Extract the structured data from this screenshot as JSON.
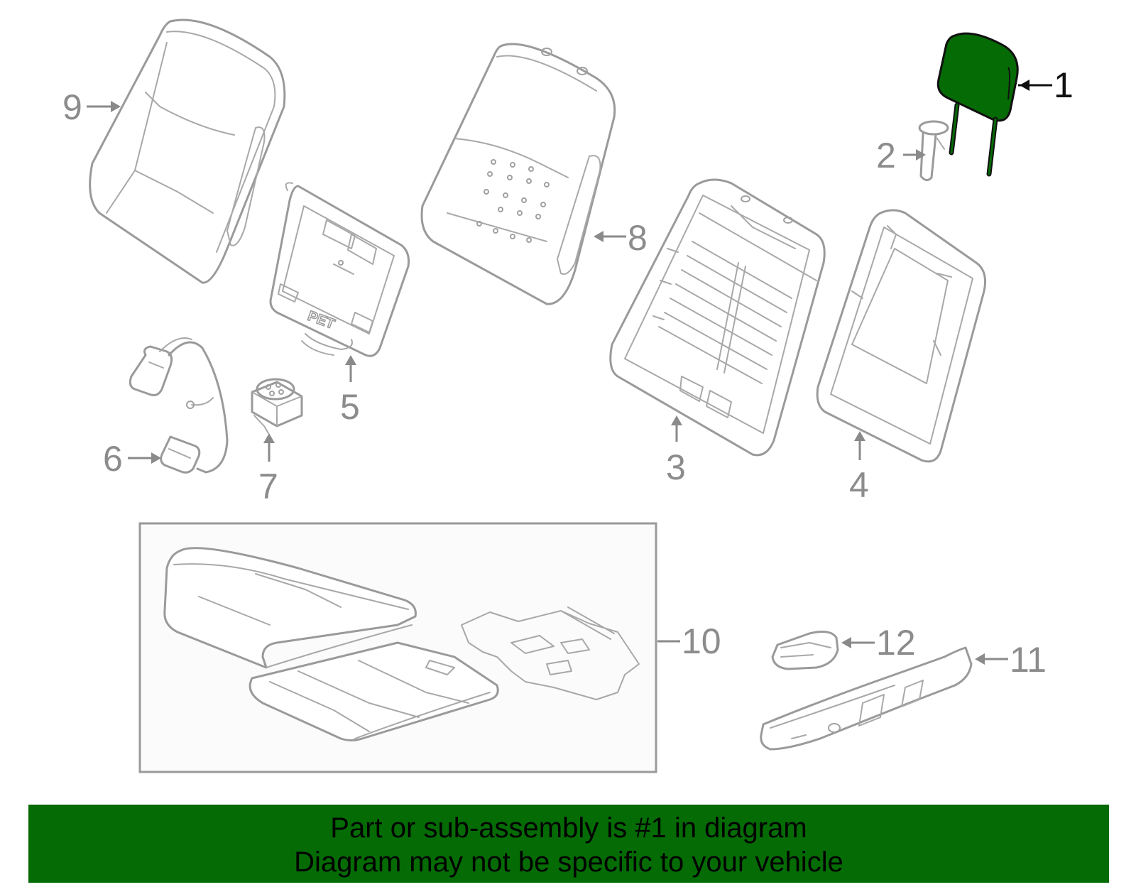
{
  "callouts": {
    "c1": "1",
    "c2": "2",
    "c3": "3",
    "c4": "4",
    "c5": "5",
    "c6": "6",
    "c7": "7",
    "c8": "8",
    "c9": "9",
    "c10": "10",
    "c11": "11",
    "c12": "12"
  },
  "plate_label": "PET",
  "highlight_color": "#056b05",
  "banner": {
    "line1": "Part or sub-assembly is #1 in diagram",
    "line2": "Diagram may not be specific to your vehicle"
  }
}
